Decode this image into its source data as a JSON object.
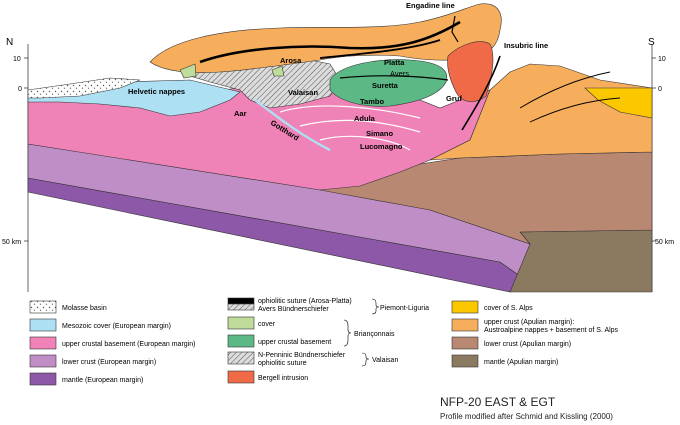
{
  "axes": {
    "north": "N",
    "south": "S",
    "left_ticks": [
      "10",
      "0",
      "50 km"
    ],
    "right_ticks": [
      "10",
      "0",
      "50 km"
    ]
  },
  "labels": {
    "engadine_line": "Engadine line",
    "insubric_line": "Insubric line",
    "helvetic_nappes": "Helvetic nappes",
    "arosa": "Arosa",
    "platta": "Platta",
    "avers": "Avers",
    "suretta": "Suretta",
    "tambo": "Tambo",
    "valaisan": "Valaisan",
    "aar": "Aar",
    "gotthard": "Gotthard",
    "adula": "Adula",
    "simano": "Simano",
    "lucomagno": "Lucomagno",
    "gruf": "Gruf"
  },
  "legend": {
    "col1": [
      {
        "label": "Molasse basin",
        "color": "#ffffff",
        "pattern": "dots"
      },
      {
        "label": "Mesozoic cover (European margin)",
        "color": "#aee0f4"
      },
      {
        "label": "upper crustal basement (European margin)",
        "color": "#ef82b6"
      },
      {
        "label": "lower crust (European margin)",
        "color": "#c08ec6"
      },
      {
        "label": "mantle (European margin)",
        "color": "#8e58a8"
      }
    ],
    "col2": [
      {
        "label1": "ophiolitic suture (Arosa-Platta)",
        "label2": "Avers Bündnerschiefer",
        "color": "#000000",
        "pattern": "suture"
      },
      {
        "label": "cover",
        "color": "#bfdc9a"
      },
      {
        "label": "upper crustal basement",
        "color": "#5cb884"
      },
      {
        "label1": "N-Penninic Bündnerschiefer",
        "label2": "ophiolitic suture",
        "color": "#cccccc",
        "pattern": "hatch"
      },
      {
        "label": "Bergell intrusion",
        "color": "#f06a48"
      }
    ],
    "groups": {
      "piemont": "Piemont-Liguria",
      "brianconnais": "Briançonnais",
      "valaisan": "Valaisan"
    },
    "col3": [
      {
        "label": "cover of S. Alps",
        "color": "#fbc800"
      },
      {
        "label1": "upper crust (Apulian margin):",
        "label2": "Austroalpine nappes + basement of S. Alps",
        "color": "#f6ad5c"
      },
      {
        "label": "lower crust (Apulian margin)",
        "color": "#b98872"
      },
      {
        "label": "mantle (Apulian margin)",
        "color": "#8c7a60"
      }
    ]
  },
  "title": "NFP-20 EAST & EGT",
  "subtitle": "Profile modified after Schmid and Kissling (2000)"
}
